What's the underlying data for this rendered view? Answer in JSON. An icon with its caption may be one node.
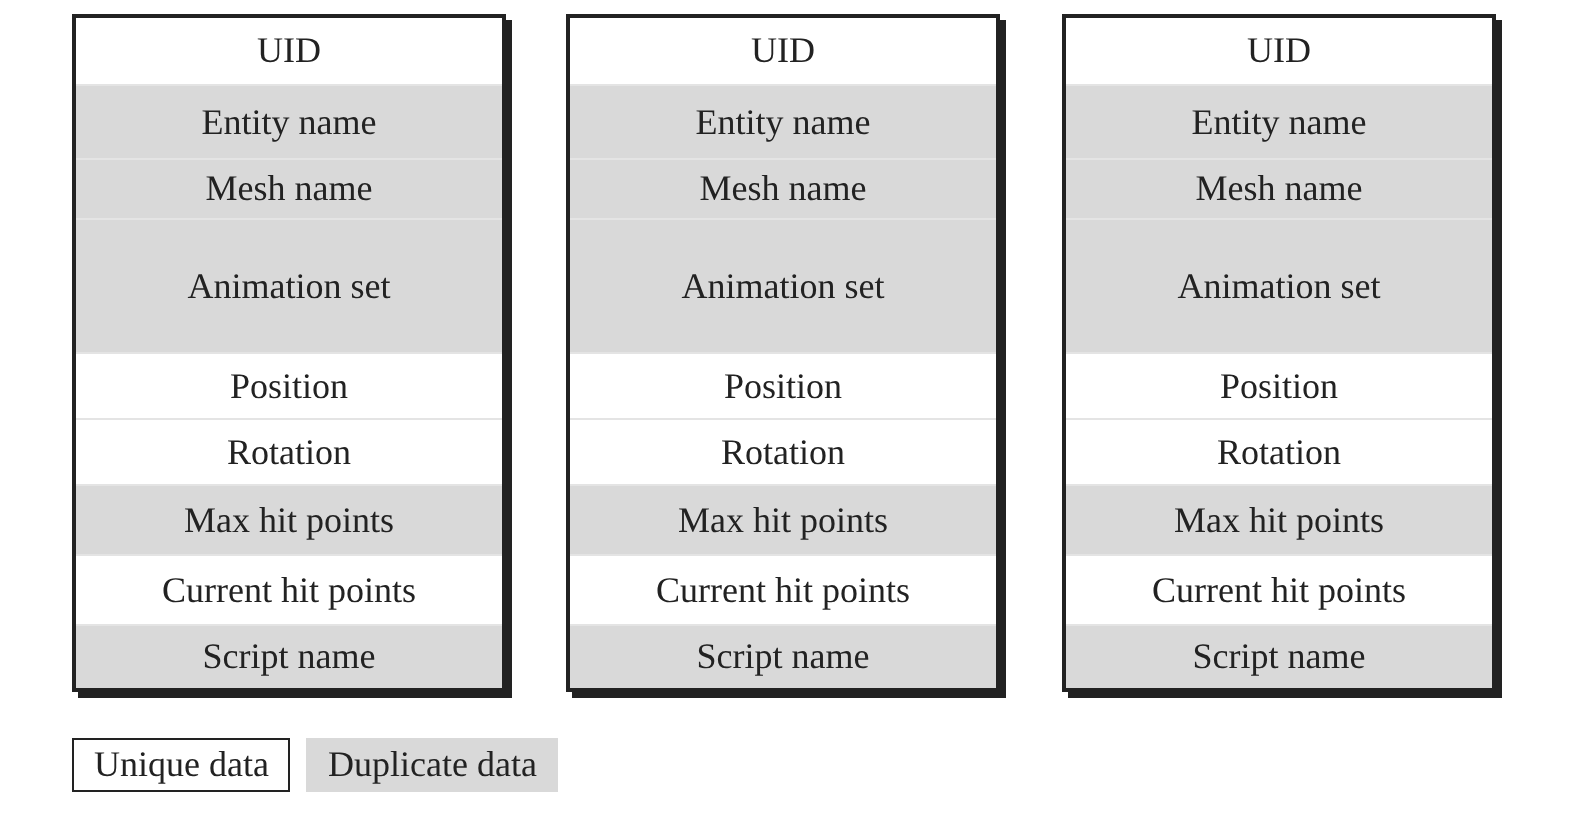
{
  "diagram": {
    "nodes": [
      {
        "text": [],
        "shape": "box"
      },
      {
        "text": [
          "UID"
        ],
        "in": 0
      },
      {
        "text": [
          "Entity name"
        ],
        "in": 0
      },
      {
        "text": [
          "Mesh name"
        ],
        "in": 0
      },
      {
        "text": [
          "Animation set"
        ],
        "in": 0
      },
      {
        "text": [
          "Position"
        ],
        "in": 0
      },
      {
        "text": [
          "Rotation"
        ],
        "in": 0
      },
      {
        "text": [
          "Max hit points"
        ],
        "in": 0
      },
      {
        "text": [
          "Current hit points"
        ],
        "in": 0
      },
      {
        "text": [
          "Script name"
        ],
        "in": 0
      },
      {
        "text": [],
        "shape": "box"
      },
      {
        "text": [
          "UID"
        ],
        "in": 10
      },
      {
        "text": [
          "Entity name"
        ],
        "in": 10
      },
      {
        "text": [
          "Mesh name"
        ],
        "in": 10
      },
      {
        "text": [
          "Animation set"
        ],
        "in": 10
      },
      {
        "text": [
          "Position"
        ],
        "in": 10
      },
      {
        "text": [
          "Rotation"
        ],
        "in": 10
      },
      {
        "text": [
          "Max hit points"
        ],
        "in": 10
      },
      {
        "text": [
          "Current hit points"
        ],
        "in": 10
      },
      {
        "text": [
          "Script name"
        ],
        "in": 10
      },
      {
        "text": [],
        "shape": "box"
      },
      {
        "text": [
          "UID"
        ],
        "in": 20
      },
      {
        "text": [
          "Entity name"
        ],
        "in": 20
      },
      {
        "text": [
          "Mesh name"
        ],
        "in": 20
      },
      {
        "text": [
          "Animation set"
        ],
        "in": 20
      },
      {
        "text": [
          "Position"
        ],
        "in": 20
      },
      {
        "text": [
          "Rotation"
        ],
        "in": 20
      },
      {
        "text": [
          "Max hit points"
        ],
        "in": 20
      },
      {
        "text": [
          "Current hit points"
        ],
        "in": 20
      },
      {
        "text": [
          "Script name"
        ],
        "in": 20
      }
    ],
    "legend": [
      {
        "text": "Unique data",
        "color": "#ffffff"
      },
      {
        "text": "Duplicate data",
        "color": "#d9d9d9"
      }
    ]
  }
}
